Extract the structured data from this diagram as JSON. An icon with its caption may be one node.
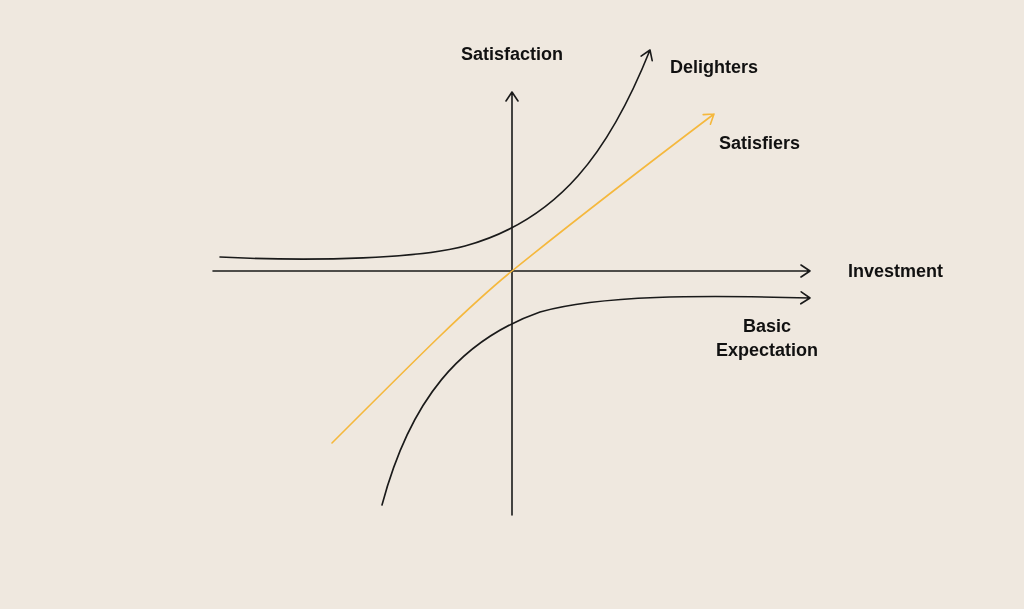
{
  "diagram": {
    "labels": [
      "Satisfaction",
      "Delighters",
      "Satisfiers",
      "Investment",
      "Basic Expectation"
    ]
  }
}
